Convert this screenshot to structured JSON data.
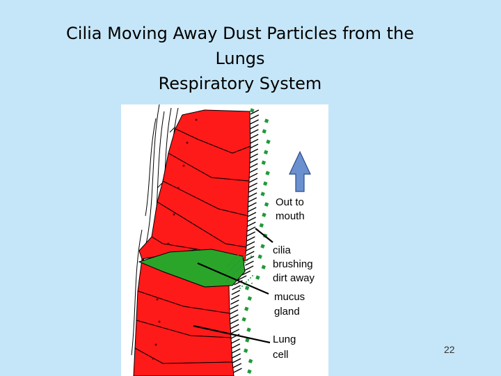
{
  "slide": {
    "title_line1": "Cilia Moving Away Dust Particles from the",
    "title_line2": "Lungs",
    "title_line3": "Respiratory System",
    "page_number": "22"
  },
  "diagram": {
    "labels": {
      "out_to_mouth_1": "Out to",
      "out_to_mouth_2": "mouth",
      "cilia_1": "cilia",
      "cilia_2": "brushing",
      "cilia_3": "dirt away",
      "mucus_1": "mucus",
      "mucus_2": "gland",
      "lung_1": "Lung",
      "lung_2": "cell"
    },
    "colors": {
      "cell_fill": "#ff1a1a",
      "gland_fill": "#2aa52a",
      "particle": "#1f9a3a",
      "arrow_fill": "#6a90d0"
    }
  }
}
